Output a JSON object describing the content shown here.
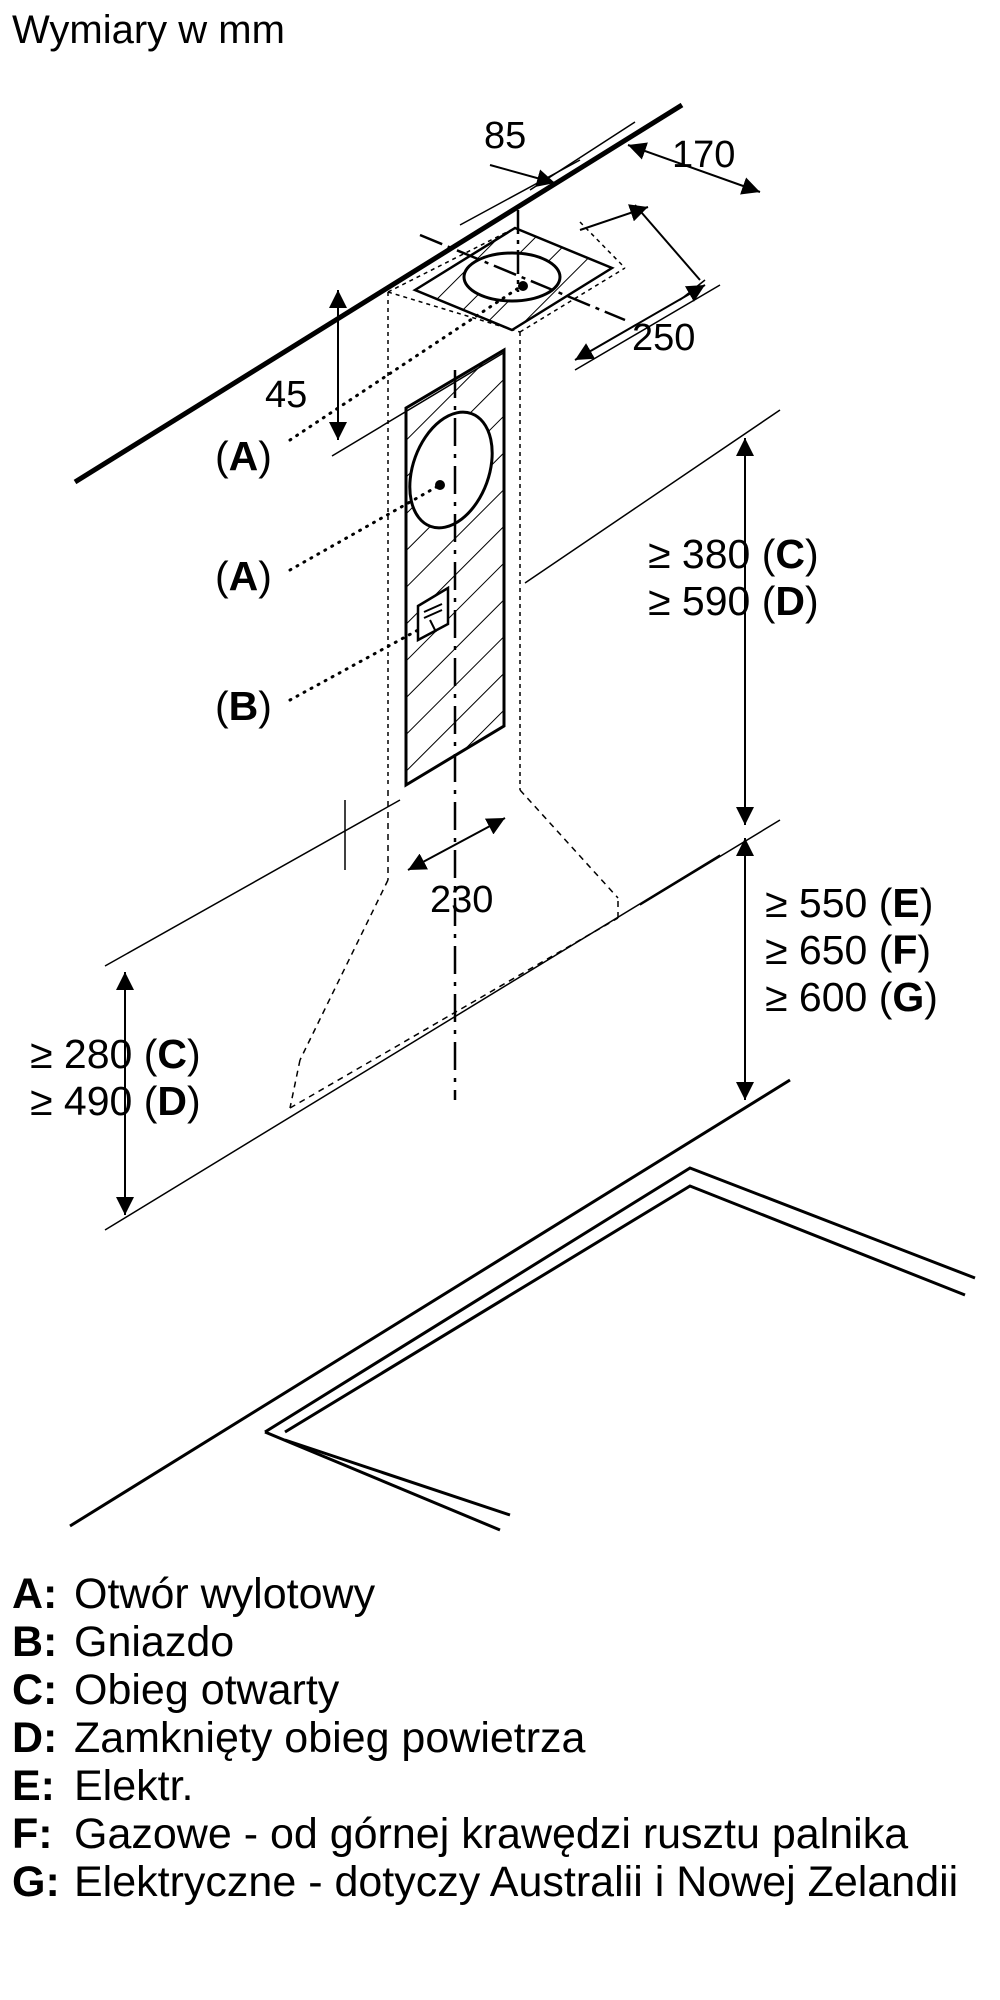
{
  "title": "Wymiary w mm",
  "dimensions": {
    "d85": "85",
    "d170": "170",
    "d250": "250",
    "d45": "45",
    "d230": "230"
  },
  "callouts": {
    "a1": "A",
    "a2": "A",
    "b": "B"
  },
  "clearances": {
    "upper": [
      {
        "prefix": "≥ 380 (",
        "key": "C",
        "suffix": ")"
      },
      {
        "prefix": "≥ 590 (",
        "key": "D",
        "suffix": ")"
      }
    ],
    "left": [
      {
        "prefix": "≥ 280 (",
        "key": "C",
        "suffix": ")"
      },
      {
        "prefix": "≥ 490 (",
        "key": "D",
        "suffix": ")"
      }
    ],
    "lower": [
      {
        "prefix": "≥ 550 (",
        "key": "E",
        "suffix": ")"
      },
      {
        "prefix": "≥ 650 (",
        "key": "F",
        "suffix": ")"
      },
      {
        "prefix": "≥ 600 (",
        "key": "G",
        "suffix": ")"
      }
    ]
  },
  "legend": [
    {
      "key": "A:",
      "text": "Otwór wylotowy"
    },
    {
      "key": "B:",
      "text": "Gniazdo"
    },
    {
      "key": "C:",
      "text": "Obieg otwarty"
    },
    {
      "key": "D:",
      "text": "Zamknięty obieg powietrza"
    },
    {
      "key": "E:",
      "text": "Elektr."
    },
    {
      "key": "F:",
      "text": "Gazowe - od górnej krawędzi rusztu palnika"
    },
    {
      "key": "G:",
      "text": "Elektryczne - dotyczy Australii i Nowej Zelandii"
    }
  ]
}
